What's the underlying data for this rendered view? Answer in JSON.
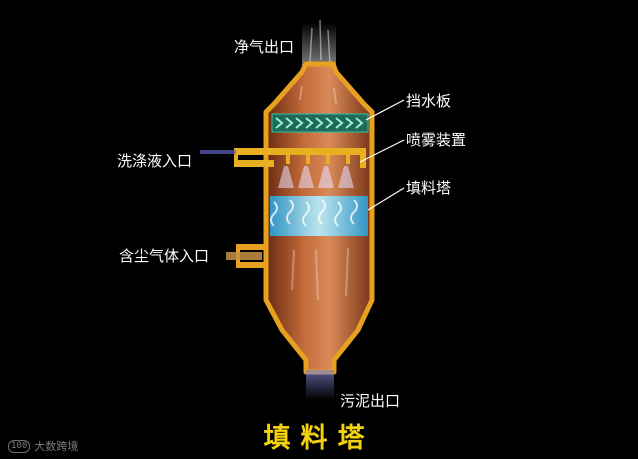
{
  "diagram": {
    "title": "填料塔",
    "labels": {
      "clean_gas_outlet": "净气出口",
      "baffle": "挡水板",
      "spray_device": "喷雾装置",
      "packed_tower": "填料塔",
      "wash_liquid_inlet": "洗涤液入口",
      "dusty_gas_inlet": "含尘气体入口",
      "sludge_outlet": "污泥出口"
    },
    "colors": {
      "vessel_outline": "#e8a020",
      "vessel_body": "#b0562a",
      "baffle": "#1f8a6a",
      "packing": "#7ad6f0",
      "spray_pipe": "#e8b020",
      "title": "#f2d20e",
      "background": "#000000"
    }
  },
  "watermark": {
    "text": "大数跨境",
    "logo": "100"
  }
}
